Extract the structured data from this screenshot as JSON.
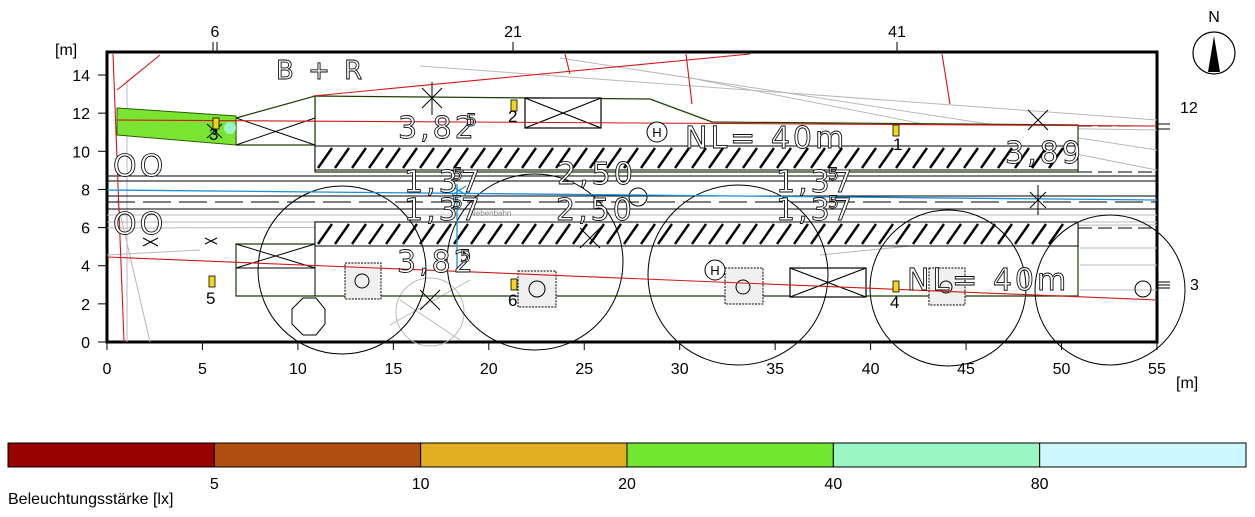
{
  "axes": {
    "x_unit": "[m]",
    "y_unit": "[m]",
    "x_ticks": [
      "0",
      "5",
      "10",
      "15",
      "20",
      "25",
      "30",
      "35",
      "40",
      "45",
      "50",
      "55"
    ],
    "y_ticks": [
      "0",
      "2",
      "4",
      "6",
      "8",
      "10",
      "12",
      "14"
    ],
    "top_markers": [
      "6",
      "21",
      "41"
    ],
    "right_markers": [
      "12",
      "3"
    ]
  },
  "compass": {
    "label": "N"
  },
  "annotations": {
    "b_r": "B + R",
    "h1": "3,82",
    "h1_sup": "5",
    "h2": "3,82",
    "h2_sup": "5",
    "d1": "2,50",
    "d2": "2,50",
    "nl1": "NL= 40m",
    "nl2": "NL= 40m",
    "w1": "1,37",
    "w1_sup": "5",
    "w2": "1,37",
    "w2_sup": "5",
    "w3": "1,37",
    "w3_sup": "5",
    "w4": "1,37",
    "w4_sup": "5",
    "e1": "3,89",
    "oo1": "OO",
    "oo2": "OO",
    "track_label": "Nebenbahn",
    "h_symbol": "H"
  },
  "luminaires": [
    {
      "id": "3"
    },
    {
      "id": "2"
    },
    {
      "id": "1"
    },
    {
      "id": "5"
    },
    {
      "id": "6"
    },
    {
      "id": "4"
    }
  ],
  "legend": {
    "title": "Beleuchtungsstärke [lx]",
    "colors": [
      "#990000",
      "#b04f0f",
      "#e3af22",
      "#73e632",
      "#9af6c2",
      "#ccf8fd"
    ],
    "labels": [
      "5",
      "10",
      "20",
      "40",
      "80"
    ]
  }
}
